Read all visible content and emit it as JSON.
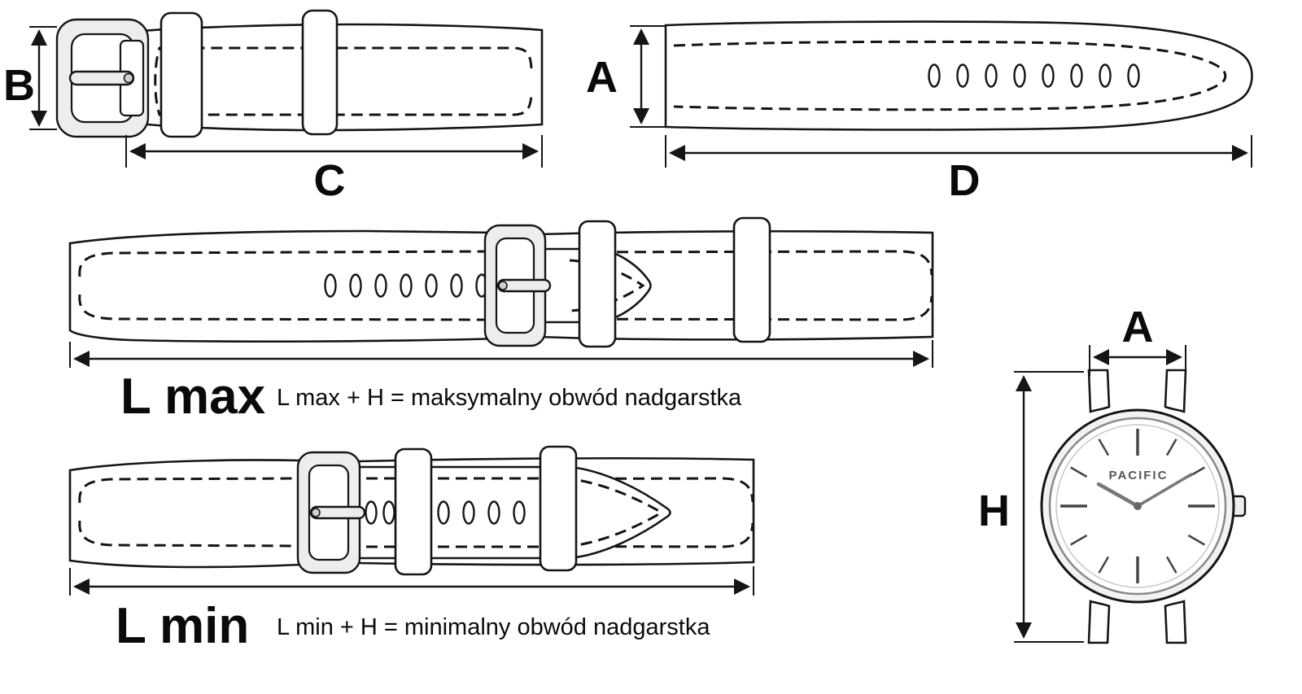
{
  "colors": {
    "line": "#151515",
    "background": "#ffffff",
    "metal": "#ededed",
    "brand_text": "#555555"
  },
  "dims": {
    "b": "B",
    "c": "C",
    "a": "A",
    "d": "D",
    "watch_a": "A",
    "watch_h": "H"
  },
  "lmax": {
    "label": "L max",
    "formula": "L max + H = maksymalny obwód nadgarstka"
  },
  "lmin": {
    "label": "L min",
    "formula": "L min + H = minimalny obwód nadgarstka"
  },
  "watch": {
    "brand": "PACIFIC"
  }
}
